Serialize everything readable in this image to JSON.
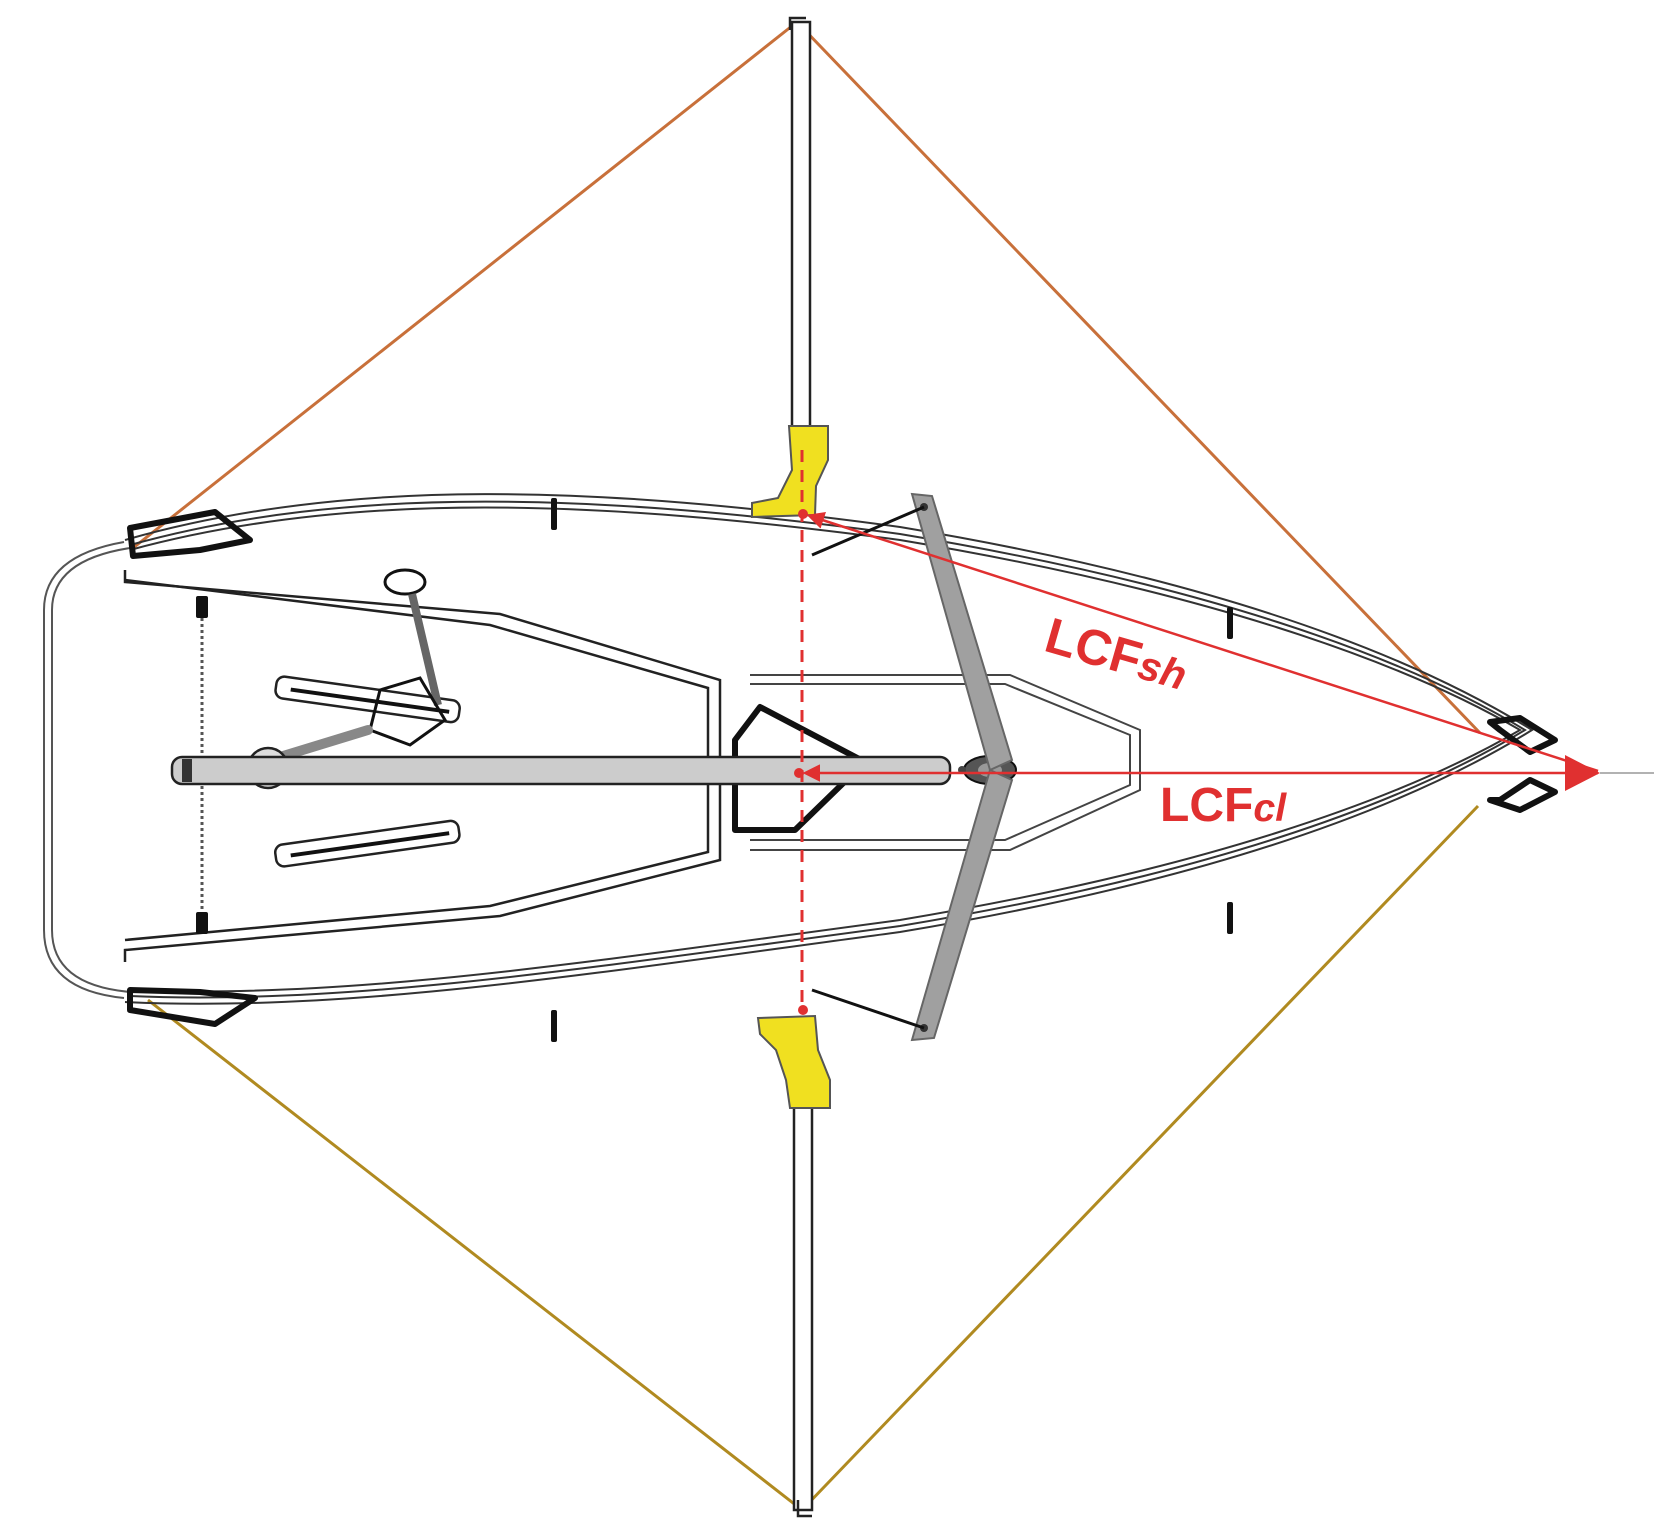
{
  "diagram": {
    "labels": {
      "lcf_sh": {
        "main": "LCF",
        "sub": "sh"
      },
      "lcf_cl": {
        "main": "LCF",
        "sub": "cl"
      }
    },
    "colors": {
      "port_shroud": "#c8703a",
      "starboard_shroud": "#b08a20",
      "force_arrow": "#e03030",
      "hull_outline": "#333333",
      "boot": "#f0e020",
      "spar": "#a0a0a0",
      "tiller": "#cccccc"
    },
    "icons": [
      "hiking-boot-icon",
      "mast-partner-icon",
      "stay-chainplate-icon"
    ]
  }
}
